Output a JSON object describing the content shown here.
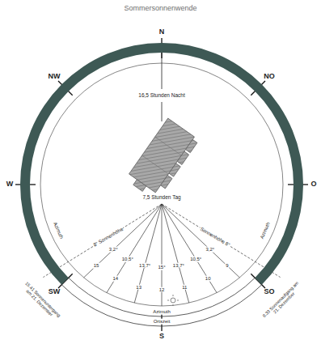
{
  "diagram": {
    "title": "Sommersonnenwende",
    "labels": [
      "N",
      "NO",
      "O",
      "SO",
      "S",
      "SW",
      "W",
      "NW",
      "16,5 Stunden Nacht",
      "7,5 Stunden Tag",
      "Azimuth",
      "8° Sonnenhöhe",
      "Azimuth",
      "Sonnenhöhe 8°",
      "15.41 Sonnenuntergang am 21. Dezember",
      "8.33 Sonnenaufgang am 21. Dezember",
      "Azimuth",
      "Ortszeit",
      "3,2°",
      "10,5°",
      "13,7°",
      "15°",
      "13,7°",
      "10,5°",
      "3,2°",
      "9",
      "10",
      "11",
      "12",
      "13",
      "14",
      "15"
    ]
  }
}
